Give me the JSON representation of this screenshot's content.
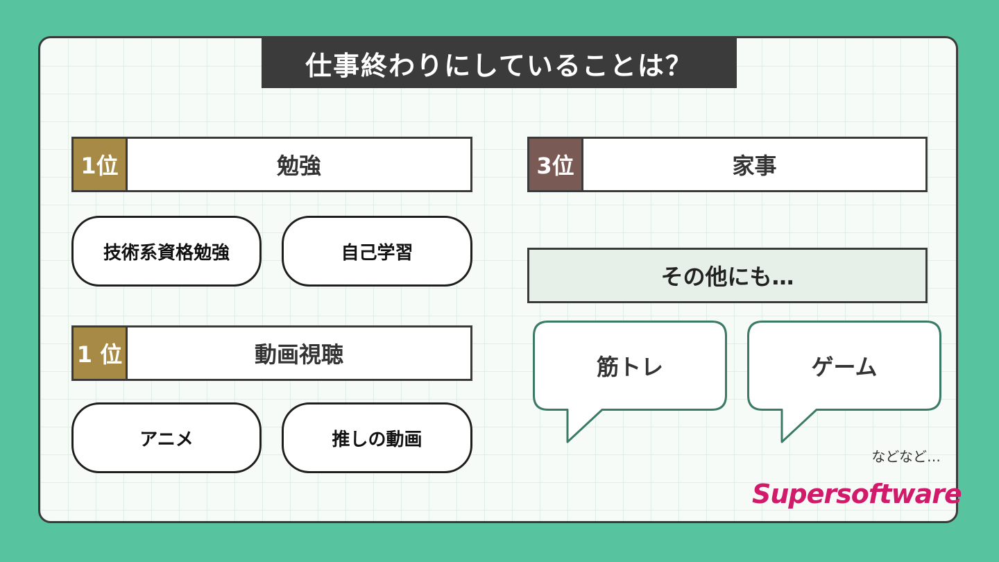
{
  "title": "仕事終わりにしていることは？",
  "rankings": [
    {
      "rank": "1位",
      "label": "勉強",
      "badge_color": "#a78a45",
      "items": [
        "技術系資格勉強",
        "自己学習"
      ]
    },
    {
      "rank": "1 位",
      "label": "動画視聴",
      "badge_color": "#a78a45",
      "items": [
        "アニメ",
        "推しの動画"
      ]
    },
    {
      "rank": "3位",
      "label": "家事",
      "badge_color": "#7a5a55"
    }
  ],
  "others": {
    "heading": "その他にも…",
    "bubbles": [
      "筋トレ",
      "ゲーム"
    ],
    "etc": "などなど…"
  },
  "logo": "Supersoftware",
  "colors": {
    "background": "#58c49f",
    "title_bg": "#3b3b3b",
    "bubble_border": "#3b7a66",
    "logo": "#d11a6a"
  }
}
